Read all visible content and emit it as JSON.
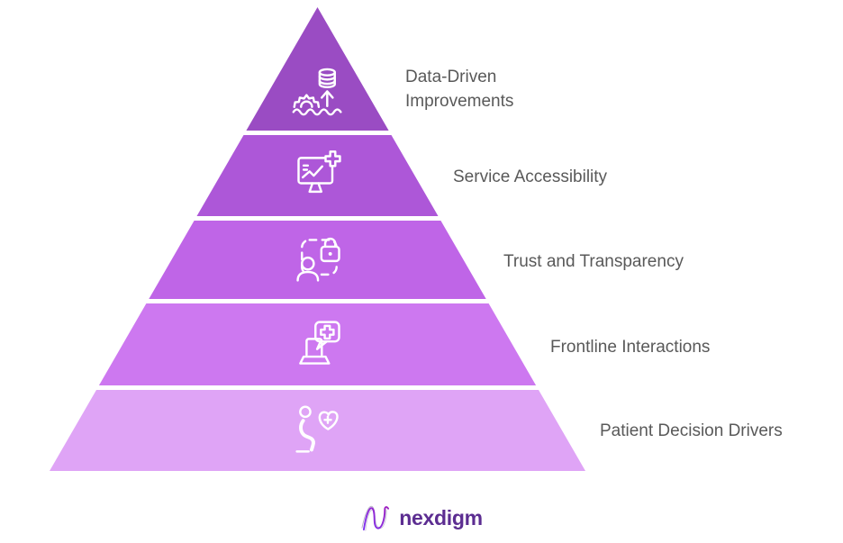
{
  "diagram": {
    "type": "pyramid",
    "label_color": "#595959",
    "levels": [
      {
        "rank": 1,
        "label": "Data-Driven Improvements",
        "color": "#9a4cc3",
        "icon": "gear-database-arrow-icon"
      },
      {
        "rank": 2,
        "label": "Service Accessibility",
        "color": "#ad57d8",
        "icon": "monitor-health-chart-icon"
      },
      {
        "rank": 3,
        "label": "Trust and Transparency",
        "color": "#bf65e7",
        "icon": "user-privacy-lock-icon"
      },
      {
        "rank": 4,
        "label": "Frontline Interactions",
        "color": "#cd78f0",
        "icon": "laptop-medical-chat-icon"
      },
      {
        "rank": 5,
        "label": "Patient Decision Drivers",
        "color": "#dfa4f6",
        "icon": "patient-heart-care-icon"
      }
    ]
  },
  "footer": {
    "brand": "nexdigm",
    "brand_color": "#5c2d91"
  }
}
